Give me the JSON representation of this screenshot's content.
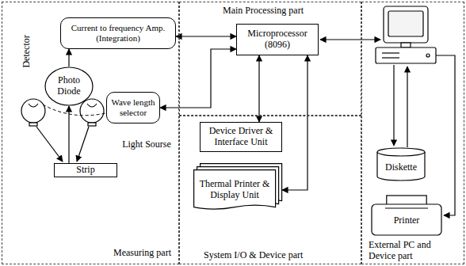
{
  "diagram": {
    "nodes": [
      {
        "text": [
          "Measuring part"
        ]
      },
      {
        "text": [
          "Current to frequency Amp. (Integration)"
        ],
        "in": 0
      },
      {
        "text": [
          "Photo Diode"
        ],
        "in": 0
      },
      {
        "text": [
          "Wave length selector"
        ],
        "in": 0
      },
      {
        "text": [
          "Strip"
        ],
        "in": 0
      },
      {
        "text": [
          "Main Processing part"
        ]
      },
      {
        "text": [
          "Microprocessor (8096)"
        ],
        "in": 5
      },
      {
        "text": [
          "System I/O & Device part"
        ]
      },
      {
        "text": [
          "Device Driver & Interface Unit"
        ],
        "in": 7
      },
      {
        "text": [
          "Thermal Printer & Display Unit"
        ],
        "in": 7
      },
      {
        "text": [
          "External PC and Device part"
        ]
      },
      {
        "text": [
          "Diskette"
        ],
        "in": 10
      },
      {
        "text": [
          "Printer"
        ],
        "in": 10
      }
    ],
    "edges": [
      {
        "from": 1,
        "to": 6,
        "arrow": "both"
      },
      {
        "from": 2,
        "to": 1,
        "arrow": "to"
      },
      {
        "from": 6,
        "to": 3,
        "arrow": "both"
      },
      {
        "from": 6,
        "to": 8,
        "arrow": "both"
      },
      {
        "from": 6,
        "to": 9,
        "arrow": "both"
      },
      {
        "from": 4,
        "to": 2,
        "arrow": "to"
      }
    ],
    "labels": [
      "Detector",
      "Light Sourse"
    ]
  }
}
